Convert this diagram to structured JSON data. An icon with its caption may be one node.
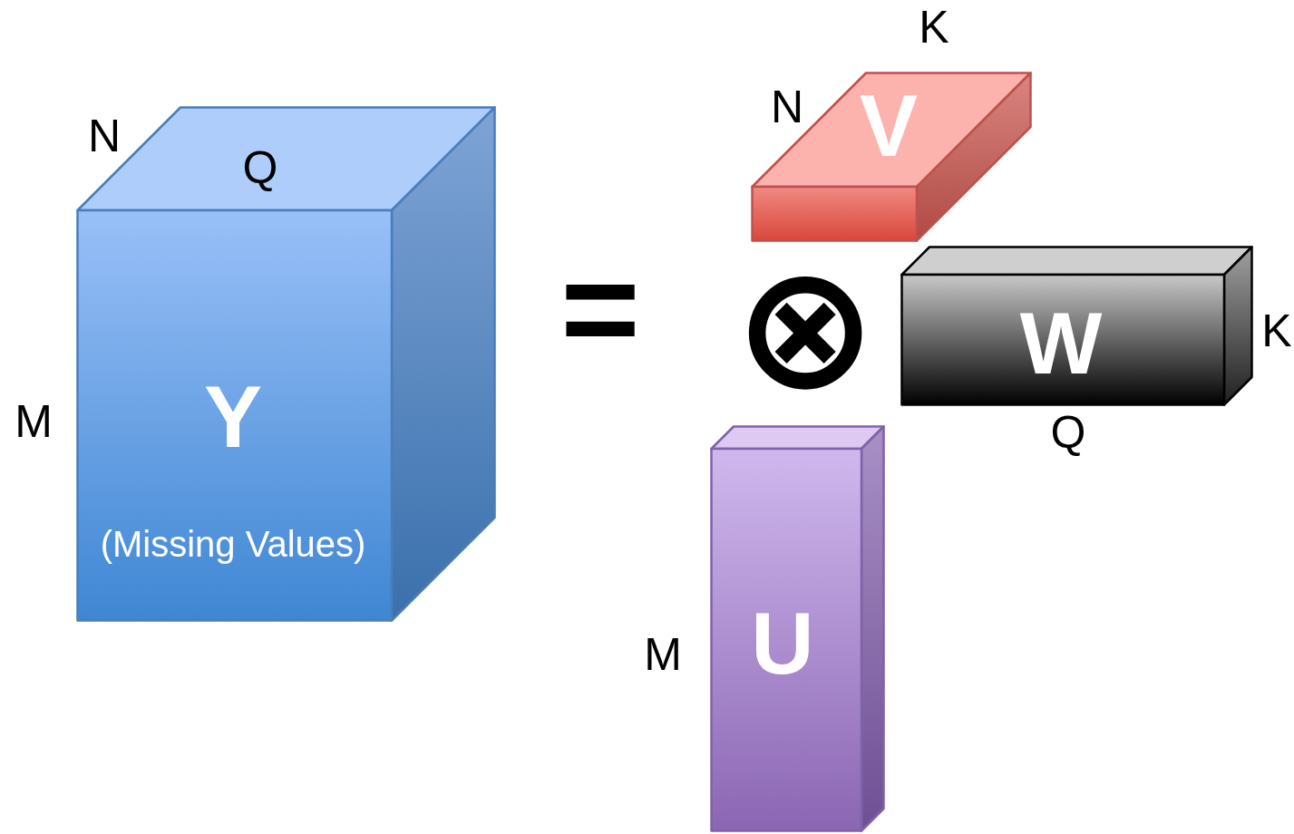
{
  "diagram": {
    "nodes": [
      {
        "text": [
          "Y",
          "(Missing Values)"
        ],
        "beside": [
          "N",
          "Q",
          "M"
        ]
      },
      {
        "text": [
          "V"
        ],
        "beside": [
          "K",
          "N"
        ]
      },
      {
        "text": [
          "W"
        ],
        "beside": [
          "K",
          "Q"
        ]
      },
      {
        "text": [
          "U"
        ],
        "beside": [
          "M"
        ]
      }
    ],
    "edges": [],
    "labels": [
      "=",
      "⊗"
    ]
  }
}
